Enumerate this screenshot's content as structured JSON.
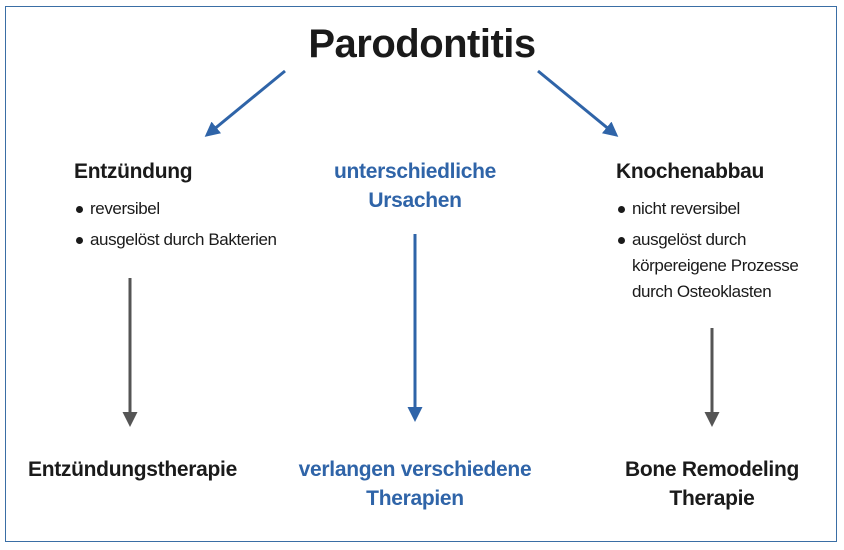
{
  "title": "Parodontitis",
  "columns": {
    "left": {
      "heading": "Entzündung",
      "bullets": [
        "reversibel",
        "ausgelöst durch Bakterien"
      ],
      "therapy": "Entzündungstherapie"
    },
    "middle": {
      "heading": "unterschiedliche\nUrsachen",
      "therapy": "verlangen verschiedene\nTherapien"
    },
    "right": {
      "heading": "Knochenabbau",
      "bullets": [
        "nicht reversibel",
        "ausgelöst durch\nkörpereigene Prozesse\ndurch Osteoklasten"
      ],
      "therapy": "Bone Remodeling\nTherapie"
    }
  },
  "colors": {
    "frame": "#3a6ea5",
    "accent_blue": "#2f64a8",
    "arrow_gray": "#555555",
    "text": "#1a1a1a"
  }
}
